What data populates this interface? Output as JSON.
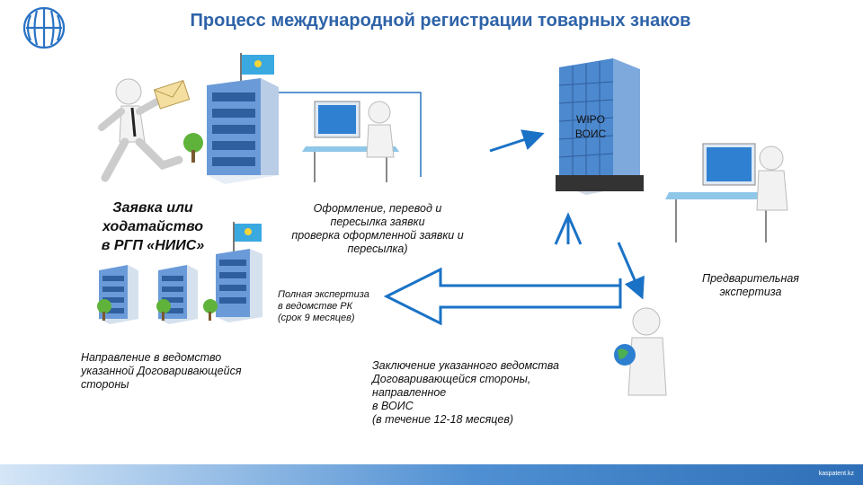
{
  "header": {
    "title": "Процесс международной регистрации товарных знаков"
  },
  "wipo": {
    "line1": "WIPO",
    "line2": "ВОИС"
  },
  "labels": {
    "application": [
      "Заявка или",
      "ходатайство",
      "в РГП «НИИС»"
    ],
    "processing": [
      "Оформление, перевод и",
      "пересылка заявки",
      "проверка оформленной заявки и",
      "пересылка)"
    ],
    "preliminary": [
      "Предварительная",
      "экспертиза"
    ],
    "full_exam": [
      "Полная экспертиза",
      "в ведомстве РК",
      "(срок 9 месяцев)"
    ],
    "direction": [
      "Направление в ведомство",
      "указанной Договаривающейся",
      "стороны"
    ],
    "conclusion": [
      "Заключение указанного ведомства",
      "Договаривающейся стороны,",
      "направленное",
      "в ВОИС",
      "(в течение 12-18 месяцев)"
    ]
  },
  "footer": {
    "site": "kaspatent.kz"
  },
  "colors": {
    "title": "#2e63a8",
    "arrow": "#1a72c6",
    "building": "#4d89cf",
    "bar": "#3d7fc4"
  },
  "icons": [
    "logo-icon",
    "flag-icon",
    "envelope-icon",
    "tree-icon",
    "computer-icon",
    "globe-icon"
  ]
}
